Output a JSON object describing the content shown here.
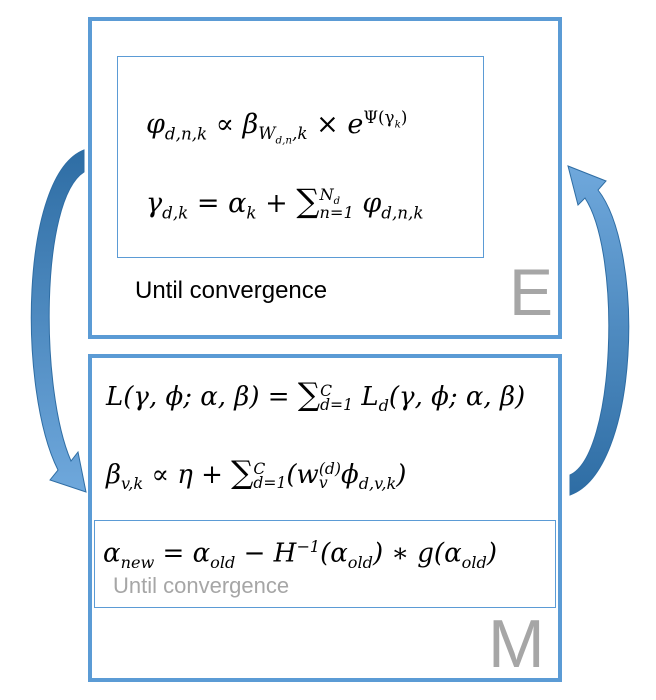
{
  "e_step": {
    "letter": "E",
    "until_label": "Until convergence",
    "eq_phi": {
      "lhs": "φ",
      "lhs_sub": "d,n,k",
      "prop": "∝",
      "beta": "β",
      "beta_sub_w": "W",
      "beta_sub_w_sub": "d,n",
      "beta_sub_k": ",k",
      "times": "×",
      "e": "e",
      "exp": "Ψ(γ",
      "exp_k": "k",
      "exp_close": ")"
    },
    "eq_gamma": {
      "lhs": "γ",
      "lhs_sub": "d,k",
      "rhs": "= α",
      "rhs_sub": "k",
      "plus": "+",
      "sum": "∑",
      "sum_upper": "N",
      "sum_upper_sub": "d",
      "sum_lower": "n=1",
      "term": "φ",
      "term_sub": "d,n,k"
    }
  },
  "m_step": {
    "letter": "M",
    "until_label": "Until convergence",
    "eq_L": {
      "lhs": "L(γ, ϕ; α, β) =",
      "sum": "∑",
      "sum_upper": "C",
      "sum_lower": "d=1",
      "term": "L",
      "term_sub": "d",
      "term_args": "(γ, ϕ; α, β)"
    },
    "eq_beta": {
      "lhs": "β",
      "lhs_sub": "v,k",
      "prop": "∝",
      "eta": "η +",
      "sum": "∑",
      "sum_upper": "C",
      "sum_lower": "d=1",
      "open": "(w",
      "w_sup": "(d)",
      "w_sub": "v",
      "phi": "ϕ",
      "phi_sub": "d,v,k",
      "close": ")"
    },
    "eq_alpha": {
      "lhs": "α",
      "lhs_sub": "new",
      "eq": "= α",
      "old1": "old",
      "minus": "− H",
      "inv": "−1",
      "paren": "(α",
      "old2": "old",
      "star": ") ∗ g(α",
      "old3": "old",
      "end": ")"
    }
  },
  "colors": {
    "box_border": "#5b9bd5",
    "arrow_fill": "#5b9bd5",
    "arrow_dark": "#2e6da4",
    "letter_gray": "#a6a6a6",
    "until_gray": "#a6a6a6"
  }
}
